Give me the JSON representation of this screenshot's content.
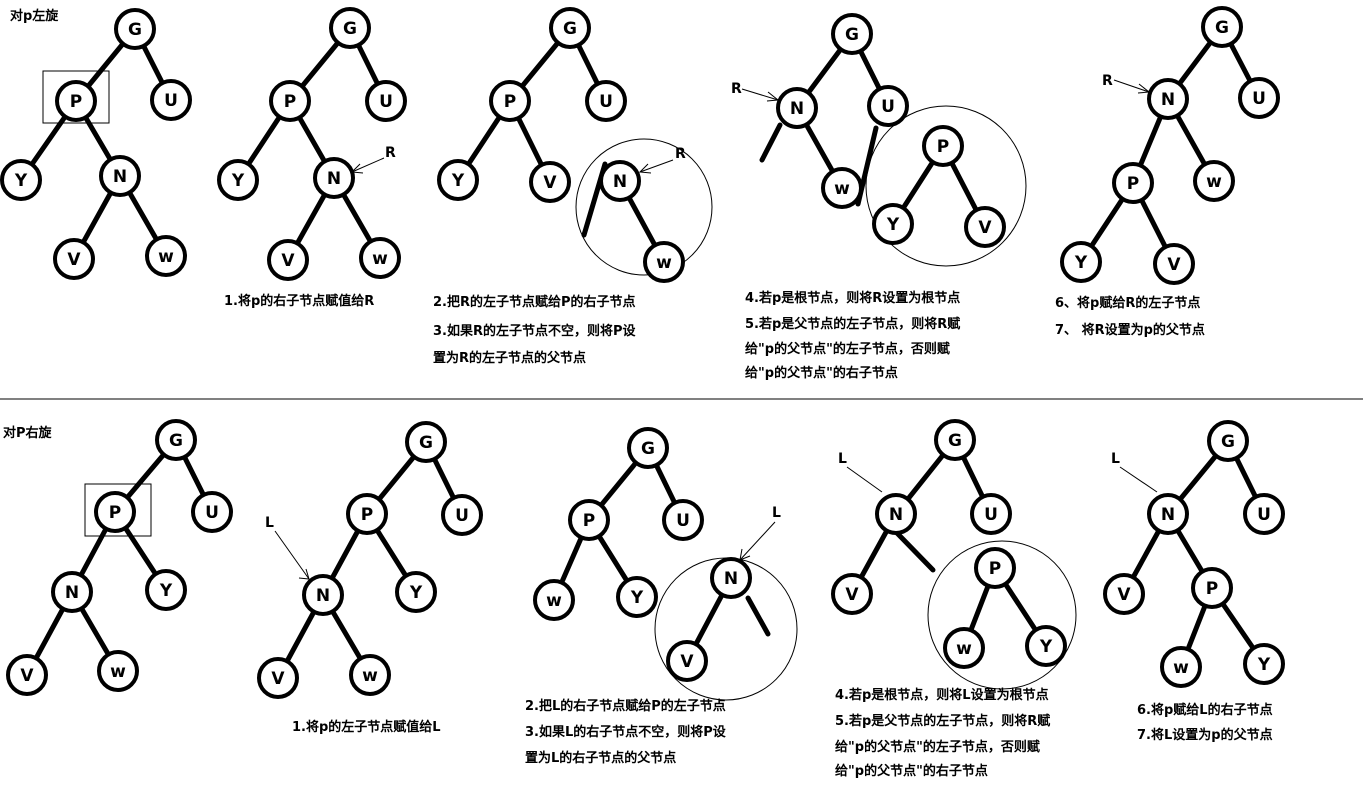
{
  "sections": {
    "left_rotation_title": "对p左旋",
    "right_rotation_title": "对P右旋"
  },
  "nodes": {
    "G": "G",
    "P": "P",
    "U": "U",
    "Y": "Y",
    "N": "N",
    "V": "V",
    "w": "w"
  },
  "pointers": {
    "R": "R",
    "L": "L"
  },
  "left_captions": {
    "step1": "1.将p的右子节点赋值给R",
    "step2": "2.把R的左子节点赋给P的右子节点",
    "step3a": "3.如果R的左子节点不空，则将P设",
    "step3b": "置为R的左子节点的父节点",
    "step4": "4.若p是根节点，则将R设置为根节点",
    "step5a": "5.若p是父节点的左子节点，则将R赋",
    "step5b": "给\"p的父节点\"的左子节点，否则赋",
    "step5c": "给\"p的父节点\"的右子节点",
    "step6": "6、将p赋给R的左子节点",
    "step7": "7、 将R设置为p的父节点"
  },
  "right_captions": {
    "step1": "1.将p的左子节点赋值给L",
    "step2": "2.把L的右子节点赋给P的左子节点",
    "step3a": "3.如果L的右子节点不空，则将P设",
    "step3b": "置为L的右子节点的父节点",
    "step4": "4.若p是根节点，则将L设置为根节点",
    "step5a": "5.若p是父节点的左子节点，则将R赋",
    "step5b": "给\"p的父节点\"的左子节点，否则赋",
    "step5c": "给\"p的父节点\"的右子节点",
    "step6": "6.将p赋给L的右子节点",
    "step7": "7.将L设置为p的父节点"
  }
}
